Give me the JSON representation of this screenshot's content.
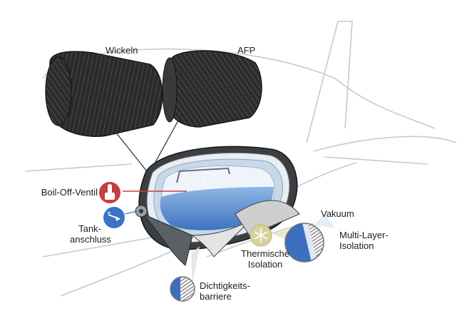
{
  "labels": {
    "wickeln": "Wickeln",
    "afp": "AFP",
    "boil_off": "Boil-Off-Ventil",
    "tank_line1": "Tank-",
    "tank_line2": "anschluss",
    "vakuum": "Vakuum",
    "mli_line1": "Multi-Layer-",
    "mli_line2": "Isolation",
    "thermal_line1": "Thermische",
    "thermal_line2": "Isolation",
    "barrier_line1": "Dichtigkeits-",
    "barrier_line2": "barriere"
  },
  "colors": {
    "aircraft_outline": "#c8c8c8",
    "tank_dark": "#2b2b2b",
    "tank_shell": "#555a60",
    "insulation_light": "#dfe9f3",
    "hydrogen_blue": "#5a8ed0",
    "icon_red": "#c2403f",
    "icon_blue": "#3a73c4",
    "thermal_yellow": "#d8d29a"
  },
  "icons": {
    "valve": "valve-icon",
    "connector": "plug-arrow-icon",
    "thermal": "snowflake-icon"
  }
}
